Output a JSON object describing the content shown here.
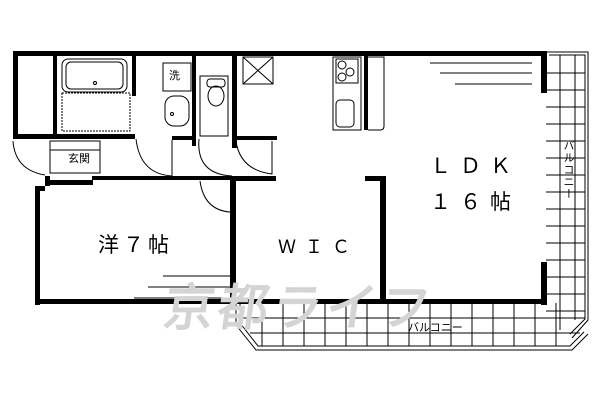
{
  "floor_plan": {
    "layout_type": "1LDK + WIC",
    "rooms": {
      "ldk": {
        "label": "ＬＤＫ",
        "size": "１６帖"
      },
      "western": {
        "label": "洋７帖"
      },
      "wic": {
        "label": "ＷＩＣ"
      },
      "entrance": {
        "label": "玄関"
      },
      "laundry": {
        "label": "洗"
      },
      "balcony_side": {
        "label": "バルコニー"
      },
      "balcony_bottom": {
        "label": "バルコニー"
      }
    },
    "watermark": "京都ライフ",
    "colors": {
      "wall": "#000000",
      "background": "#ffffff",
      "watermark": "#d4d4d4"
    }
  }
}
